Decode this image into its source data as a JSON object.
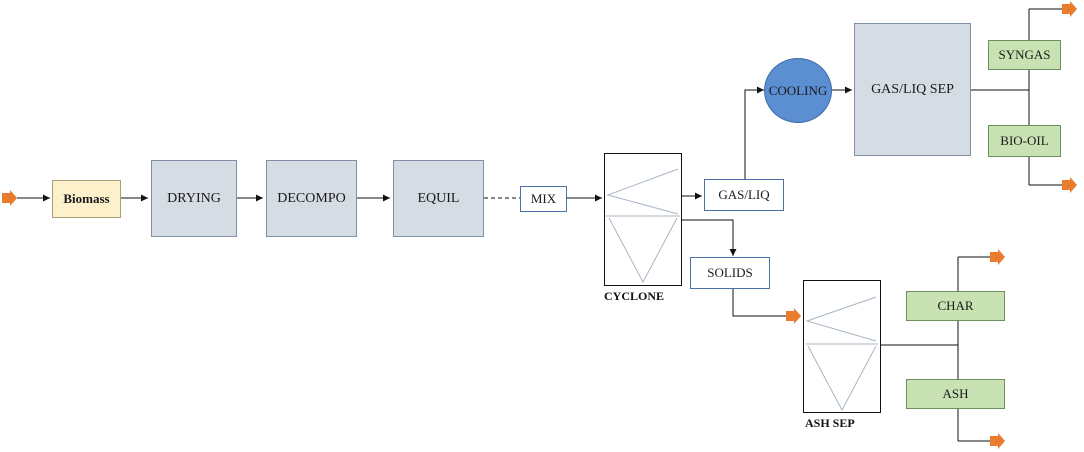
{
  "blocks": {
    "biomass": "Biomass",
    "drying": "DRYING",
    "decompo": "DECOMPO",
    "equil": "EQUIL",
    "mix": "MIX",
    "gas_liq": "GAS/LIQ",
    "solids": "SOLIDS",
    "cooling": "COOLING",
    "gas_liq_sep": "GAS/LIQ SEP",
    "syngas": "SYNGAS",
    "bio_oil": "BIO-OIL",
    "char": "CHAR",
    "ash": "ASH"
  },
  "labels": {
    "cyclone": "CYCLONE",
    "ash_sep": "ASH SEP"
  },
  "colors": {
    "unit_fill": "#d6dce4",
    "product_fill": "#c9e2b3",
    "feed_fill": "#fdf1cc",
    "cooling_fill": "#5b8fd2",
    "stream_arrow": "#e87b2c"
  }
}
